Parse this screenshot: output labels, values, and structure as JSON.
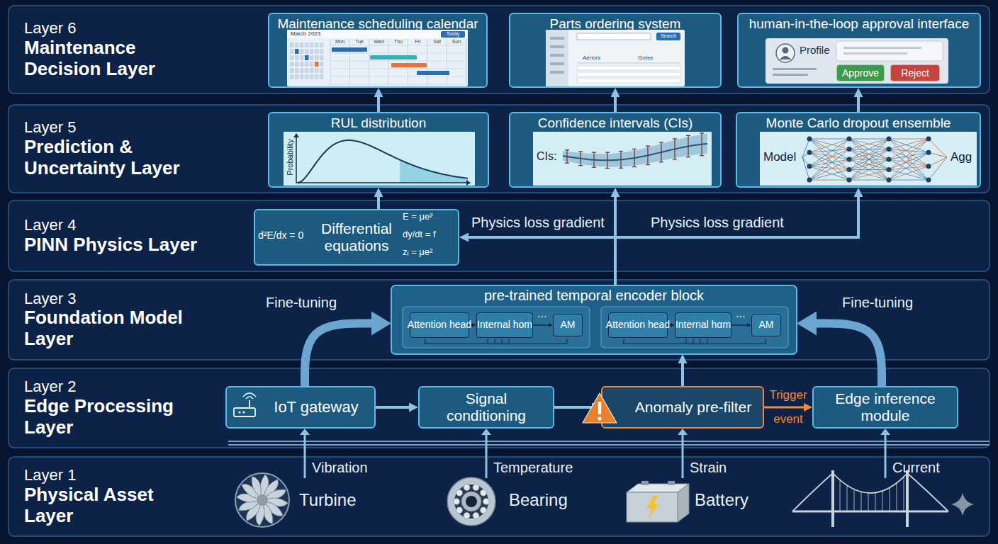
{
  "diagram": {
    "nodes": [
      {
        "text": [
          "Layer 6",
          "Maintenance Decision Layer"
        ]
      },
      {
        "text": [
          "Maintenance scheduling calendar"
        ],
        "in": 0
      },
      {
        "text": [
          "Parts ordering system"
        ],
        "in": 0
      },
      {
        "text": [
          "human-in-the-loop approval interface"
        ],
        "in": 0
      },
      {
        "text": [
          "Approve"
        ],
        "in": 3
      },
      {
        "text": [
          "Reject"
        ],
        "in": 3
      },
      {
        "text": [
          "Layer 5",
          "Prediction & Uncertainty Layer"
        ]
      },
      {
        "text": [
          "RUL distribution"
        ],
        "in": 6
      },
      {
        "text": [
          "Confidence intervals (CIs)"
        ],
        "in": 6
      },
      {
        "text": [
          "Monte Carlo dropout ensemble"
        ],
        "in": 6
      },
      {
        "text": [
          "Layer 4",
          "PINN Physics Layer"
        ]
      },
      {
        "text": [
          "Differential equations"
        ],
        "in": 10
      },
      {
        "text": [
          "Layer 3",
          "Foundation Model Layer"
        ]
      },
      {
        "text": [
          "pre-trained temporal encoder block"
        ],
        "in": 12
      },
      {
        "text": [
          "Attention head"
        ],
        "in": 13
      },
      {
        "text": [
          "Internal hom"
        ],
        "in": 13
      },
      {
        "text": [
          "AM"
        ],
        "in": 13
      },
      {
        "text": [
          "Attention head"
        ],
        "in": 13
      },
      {
        "text": [
          "Internal hαm"
        ],
        "in": 13
      },
      {
        "text": [
          "AM"
        ],
        "in": 13
      },
      {
        "text": [
          "Layer 2",
          "Edge Processing Layer"
        ]
      },
      {
        "text": [
          "IoT gateway"
        ],
        "in": 20
      },
      {
        "text": [
          "Signal conditioning"
        ],
        "in": 20
      },
      {
        "text": [
          "Anomaly pre-filter"
        ],
        "in": 20
      },
      {
        "text": [
          "Edge inference module"
        ],
        "in": 20
      },
      {
        "text": [
          "Layer 1",
          "Physical Asset Layer"
        ]
      }
    ],
    "edges": [
      {
        "from": 21,
        "to": 22,
        "arrow": "to"
      },
      {
        "from": 22,
        "to": 23,
        "arrow": "to"
      },
      {
        "from": 23,
        "to": 24,
        "label": "Trigger event",
        "arrow": "to"
      },
      {
        "from": 21,
        "to": 13,
        "label": "Fine-tuning",
        "arrow": "to"
      },
      {
        "from": 24,
        "to": 13,
        "label": "Fine-tuning",
        "arrow": "to"
      },
      {
        "from": 23,
        "to": 13,
        "arrow": "to"
      },
      {
        "from": 13,
        "to": 8,
        "arrow": "to"
      },
      {
        "from": 11,
        "to": 7,
        "arrow": "to"
      },
      {
        "from": 9,
        "to": 11,
        "label": "Physics loss gradient",
        "arrow": "both"
      },
      {
        "from": 7,
        "to": 1,
        "arrow": "to"
      },
      {
        "from": 8,
        "to": 2,
        "arrow": "to"
      },
      {
        "from": 9,
        "to": 3,
        "arrow": "to"
      },
      {
        "from": 14,
        "to": 15,
        "arrow": "to"
      },
      {
        "from": 15,
        "to": 16,
        "arrow": "to"
      },
      {
        "from": 17,
        "to": 18,
        "arrow": "to"
      },
      {
        "from": 18,
        "to": 19,
        "arrow": "to"
      }
    ],
    "labels": [
      "Physics loss gradient",
      "Probability",
      "CIs:",
      "Model",
      "Agg",
      "d²E/dx = 0",
      "E = μe²",
      "dy/dt = f",
      "zᵢ = μe²",
      "...",
      "...",
      "Vibration",
      "Temperature",
      "Strain",
      "Current",
      "Turbine",
      "Bearing",
      "Battery",
      "March 2023",
      "Today",
      "Mon",
      "Tue",
      "Wed",
      "Thu",
      "Fri",
      "Sat",
      "Sun",
      "Search",
      "Aeriors",
      "Gotee",
      "Profile"
    ]
  }
}
